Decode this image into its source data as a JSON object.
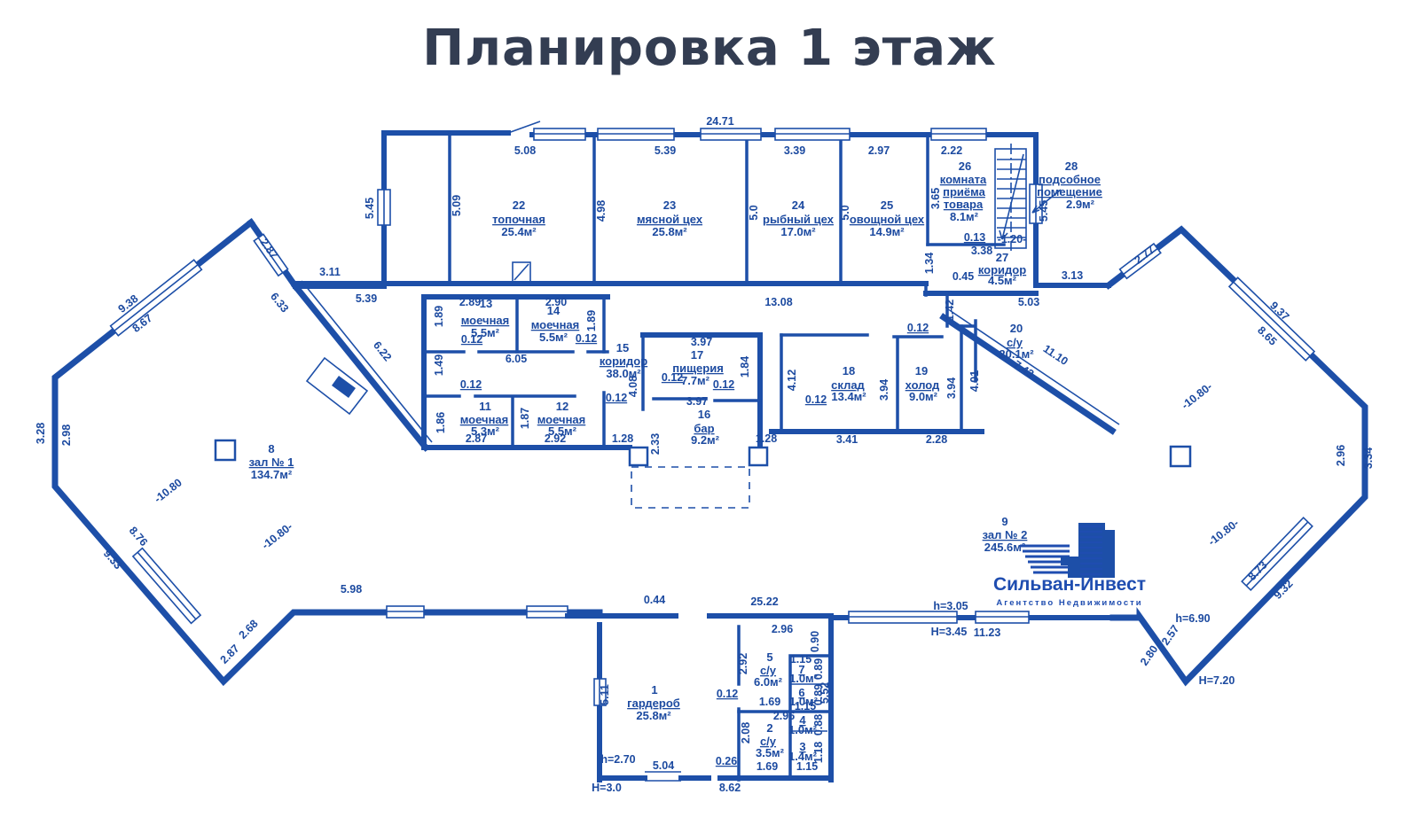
{
  "title": "Планировка 1 этаж",
  "logo": {
    "name": "Сильван-Инвест",
    "subtitle": "Агентство Недвижимости"
  },
  "rooms": {
    "r1": {
      "num": "1",
      "name": "гардероб",
      "area": "25.8м²"
    },
    "r2": {
      "num": "2",
      "name": "с/у",
      "area": "3.5м²"
    },
    "r3": {
      "num": "3",
      "area": "1.4м²"
    },
    "r4": {
      "num": "4",
      "area": "1.0м²"
    },
    "r5": {
      "num": "5",
      "name": "с/у",
      "area": "6.0м²"
    },
    "r6": {
      "num": "6",
      "area": "1.0м²"
    },
    "r7": {
      "num": "7",
      "area": "1.0м²"
    },
    "r8": {
      "num": "8",
      "name": "зал № 1",
      "area": "134.7м²"
    },
    "r9": {
      "num": "9",
      "name": "зал № 2",
      "area": "245.6м²"
    },
    "r11": {
      "num": "11",
      "name": "моечная",
      "area": "5.3м²"
    },
    "r12": {
      "num": "12",
      "name": "моечная",
      "area": "5.5м²"
    },
    "r13": {
      "num": "13",
      "name": "моечная",
      "area": "5.5м²"
    },
    "r14": {
      "num": "14",
      "name": "моечная",
      "area": "5.5м²"
    },
    "r15": {
      "num": "15",
      "name": "коридор",
      "area": "38.0м²"
    },
    "r16": {
      "num": "16",
      "name": "бар",
      "area": "9.2м²"
    },
    "r17": {
      "num": "17",
      "name": "пищерия",
      "area": "7.7м²"
    },
    "r18": {
      "num": "18",
      "name": "склад",
      "area": "13.4м²"
    },
    "r19": {
      "num": "19",
      "name": "холод",
      "area": "9.0м²"
    },
    "r20": {
      "num": "20",
      "name": "с/у",
      "area": "20.1м²"
    },
    "r22": {
      "num": "22",
      "name": "топочная",
      "area": "25.4м²"
    },
    "r23": {
      "num": "23",
      "name": "мясной цех",
      "area": "25.8м²"
    },
    "r24": {
      "num": "24",
      "name": "рыбный цех",
      "area": "17.0м²"
    },
    "r25": {
      "num": "25",
      "name": "овощной цех",
      "area": "14.9м²"
    },
    "r26": {
      "num": "26",
      "n1": "комната",
      "n2": "приёма",
      "n3": "товара",
      "area": "8.1м²"
    },
    "r27": {
      "num": "27",
      "name": "коридор",
      "area": "4.5м²"
    },
    "r28": {
      "num": "28",
      "n1": "подсобное",
      "n2": "помещение",
      "area": "2.9м²"
    }
  },
  "dims": {
    "d2471": "24.71",
    "d508": "5.08",
    "d539": "5.39",
    "d339": "3.39",
    "d297": "2.97",
    "d222": "2.22",
    "d545": "5.45",
    "d509": "5.09",
    "d498": "4.98",
    "d50": "5.0",
    "d365": "3.65",
    "d134": "1.34",
    "d013": "0.13",
    "d338": "3.38",
    "d120": "-1.20-",
    "d045": "0.45",
    "d313": "3.13",
    "d503": "5.03",
    "d1308": "13.08",
    "d287": "2.87",
    "d311": "3.11",
    "d633": "6.33",
    "d622": "6.22",
    "d938": "9.38",
    "d867": "8.67",
    "d328": "3.28",
    "d298": "2.98",
    "d876": "8.76",
    "d933": "9.33",
    "d268": "2.68",
    "d598": "5.98",
    "d289": "2.89",
    "d290": "2.90",
    "d189": "1.89",
    "d012": "0.12",
    "d605": "6.05",
    "d149": "1.49",
    "d186": "1.86",
    "d187": "1.87",
    "d292": "2.92",
    "d128": "1.28",
    "d233": "2.33",
    "d408": "4.08",
    "d397": "3.97",
    "d184": "1.84",
    "d412": "4.12",
    "d394": "3.94",
    "d401": "4.01",
    "d142": "1.42",
    "d341": "3.41",
    "d228": "2.28",
    "d743": "7.43",
    "d1110": "11.10",
    "d277": "2.77",
    "d937": "9.37",
    "d865": "8.65",
    "d296": "2.96",
    "d334": "3.34",
    "d873": "8.73",
    "d932": "9.32",
    "d257": "2.57",
    "d280": "2.80",
    "dh690": "h=6.90",
    "dh720": "H=7.20",
    "d044": "0.44",
    "d2522": "25.22",
    "d090": "0.90",
    "d115": "1.15",
    "d169": "1.69",
    "d089": "0.89",
    "d088": "0.88",
    "d118": "1.18",
    "d208": "2.08",
    "d552": "5.52",
    "d511": "5.11",
    "d026": "0.26",
    "dh270": "h=2.70",
    "d504": "5.04",
    "dh30": "Н=3.0",
    "d862": "8.62",
    "dh305": "h=3.05",
    "dh345": "Н=3.45",
    "d1123": "11.23"
  },
  "marks": {
    "m1080": "-10.80",
    "m1080d": "-10.80-"
  }
}
